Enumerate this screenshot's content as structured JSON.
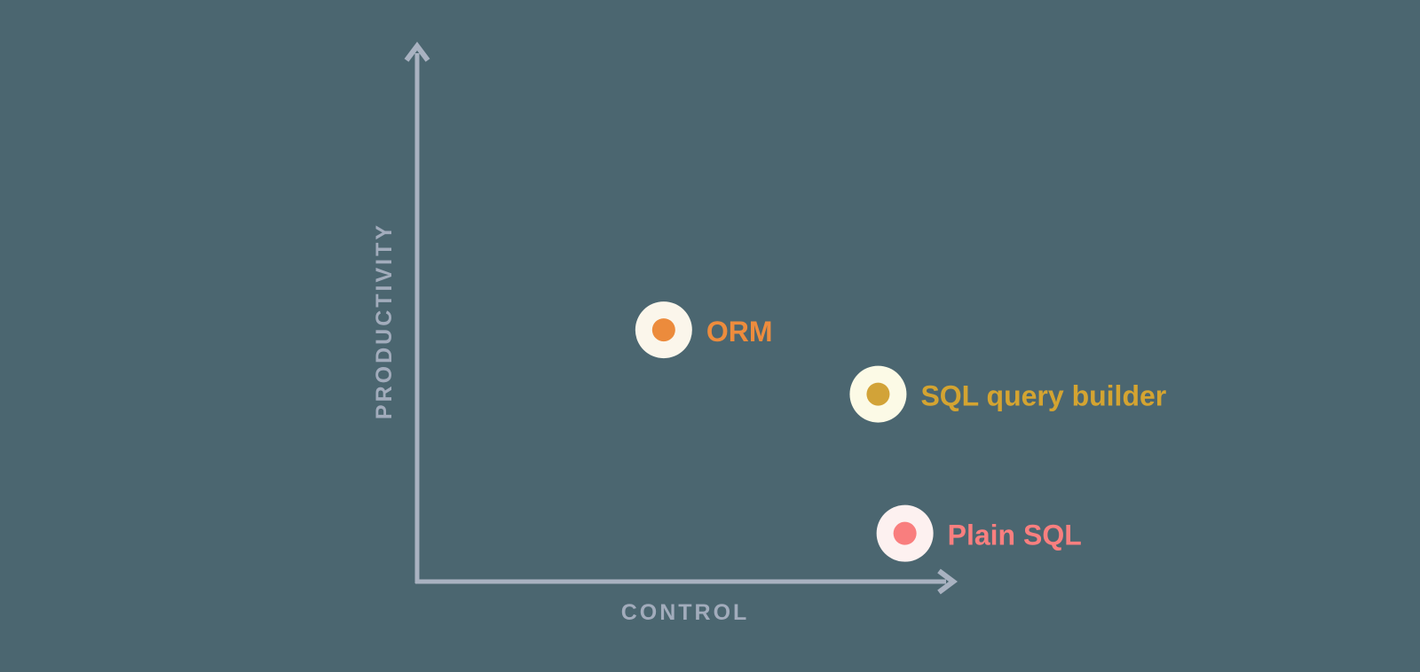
{
  "canvas": {
    "background_color": "#4B6670"
  },
  "chart_data": {
    "type": "scatter",
    "title": "",
    "xlabel": "CONTROL",
    "ylabel": "PRODUCTIVITY",
    "axis_color": "#A9B2C1",
    "axis_label_color": "#A2ACBC",
    "x_range": [
      0,
      100
    ],
    "y_range": [
      0,
      100
    ],
    "grid": false,
    "legend": false,
    "points": [
      {
        "id": "orm",
        "label": "ORM",
        "control": 46,
        "productivity": 47,
        "dot_color": "#EC8B3C",
        "halo_color": "#FBF6EB",
        "label_color": "#ED8C3D"
      },
      {
        "id": "sql-query-builder",
        "label": "SQL query builder",
        "control": 86,
        "productivity": 35,
        "dot_color": "#D2A338",
        "halo_color": "#FCFAE6",
        "label_color": "#D4A431"
      },
      {
        "id": "plain-sql",
        "label": "Plain SQL",
        "control": 91,
        "productivity": 9,
        "dot_color": "#F97E7E",
        "halo_color": "#FDF1F0",
        "label_color": "#F97F7F"
      }
    ]
  }
}
